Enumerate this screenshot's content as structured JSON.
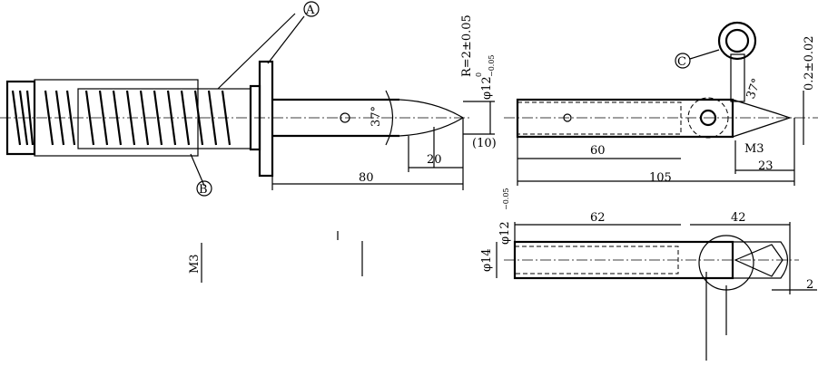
{
  "callouts": {
    "a": "A",
    "b": "B",
    "c": "C"
  },
  "left_view": {
    "radius": "R=2±0.05",
    "diameter": "φ12",
    "diameter_tol_upper": "0",
    "diameter_tol_lower": "−0.05",
    "angle": "37°",
    "length_total": "80",
    "length_tip": "20",
    "length_ref": "(10)"
  },
  "right_top_view": {
    "length_60": "60",
    "length_105": "105",
    "thread": "M3",
    "length_23": "23",
    "angle": "37°",
    "gap": "0.2±0.02"
  },
  "right_bottom_view": {
    "length_62": "62",
    "length_42": "42",
    "diameter_14": "φ14",
    "diameter_12": "φ12",
    "diameter_12_tol": "−0.05",
    "offset_2": "2"
  },
  "stray": {
    "thread_label": "M3"
  }
}
